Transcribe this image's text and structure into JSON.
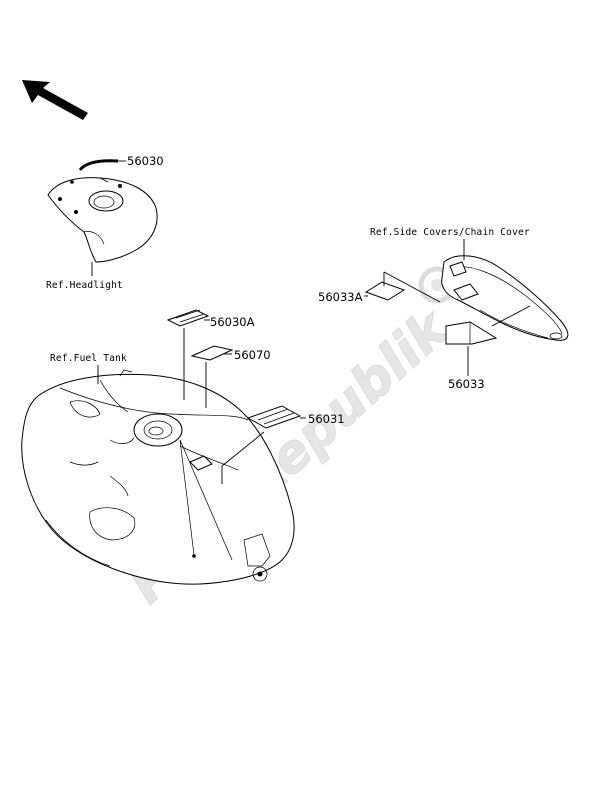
{
  "watermark": "PartsRepublik",
  "orientation": {
    "icon": "arrow-up-left-icon",
    "direction": "front"
  },
  "parts": {
    "p56030": "56030",
    "p56030A": "56030A",
    "p56070": "56070",
    "p56031": "56031",
    "p56033A": "56033A",
    "p56033": "56033"
  },
  "references": {
    "headlight": "Ref.Headlight",
    "fuel_tank": "Ref.Fuel Tank",
    "side_covers": "Ref.Side Covers/Chain Cover"
  },
  "colors": {
    "line": "#000000",
    "background": "#ffffff",
    "watermark": "#e6e6e6"
  }
}
